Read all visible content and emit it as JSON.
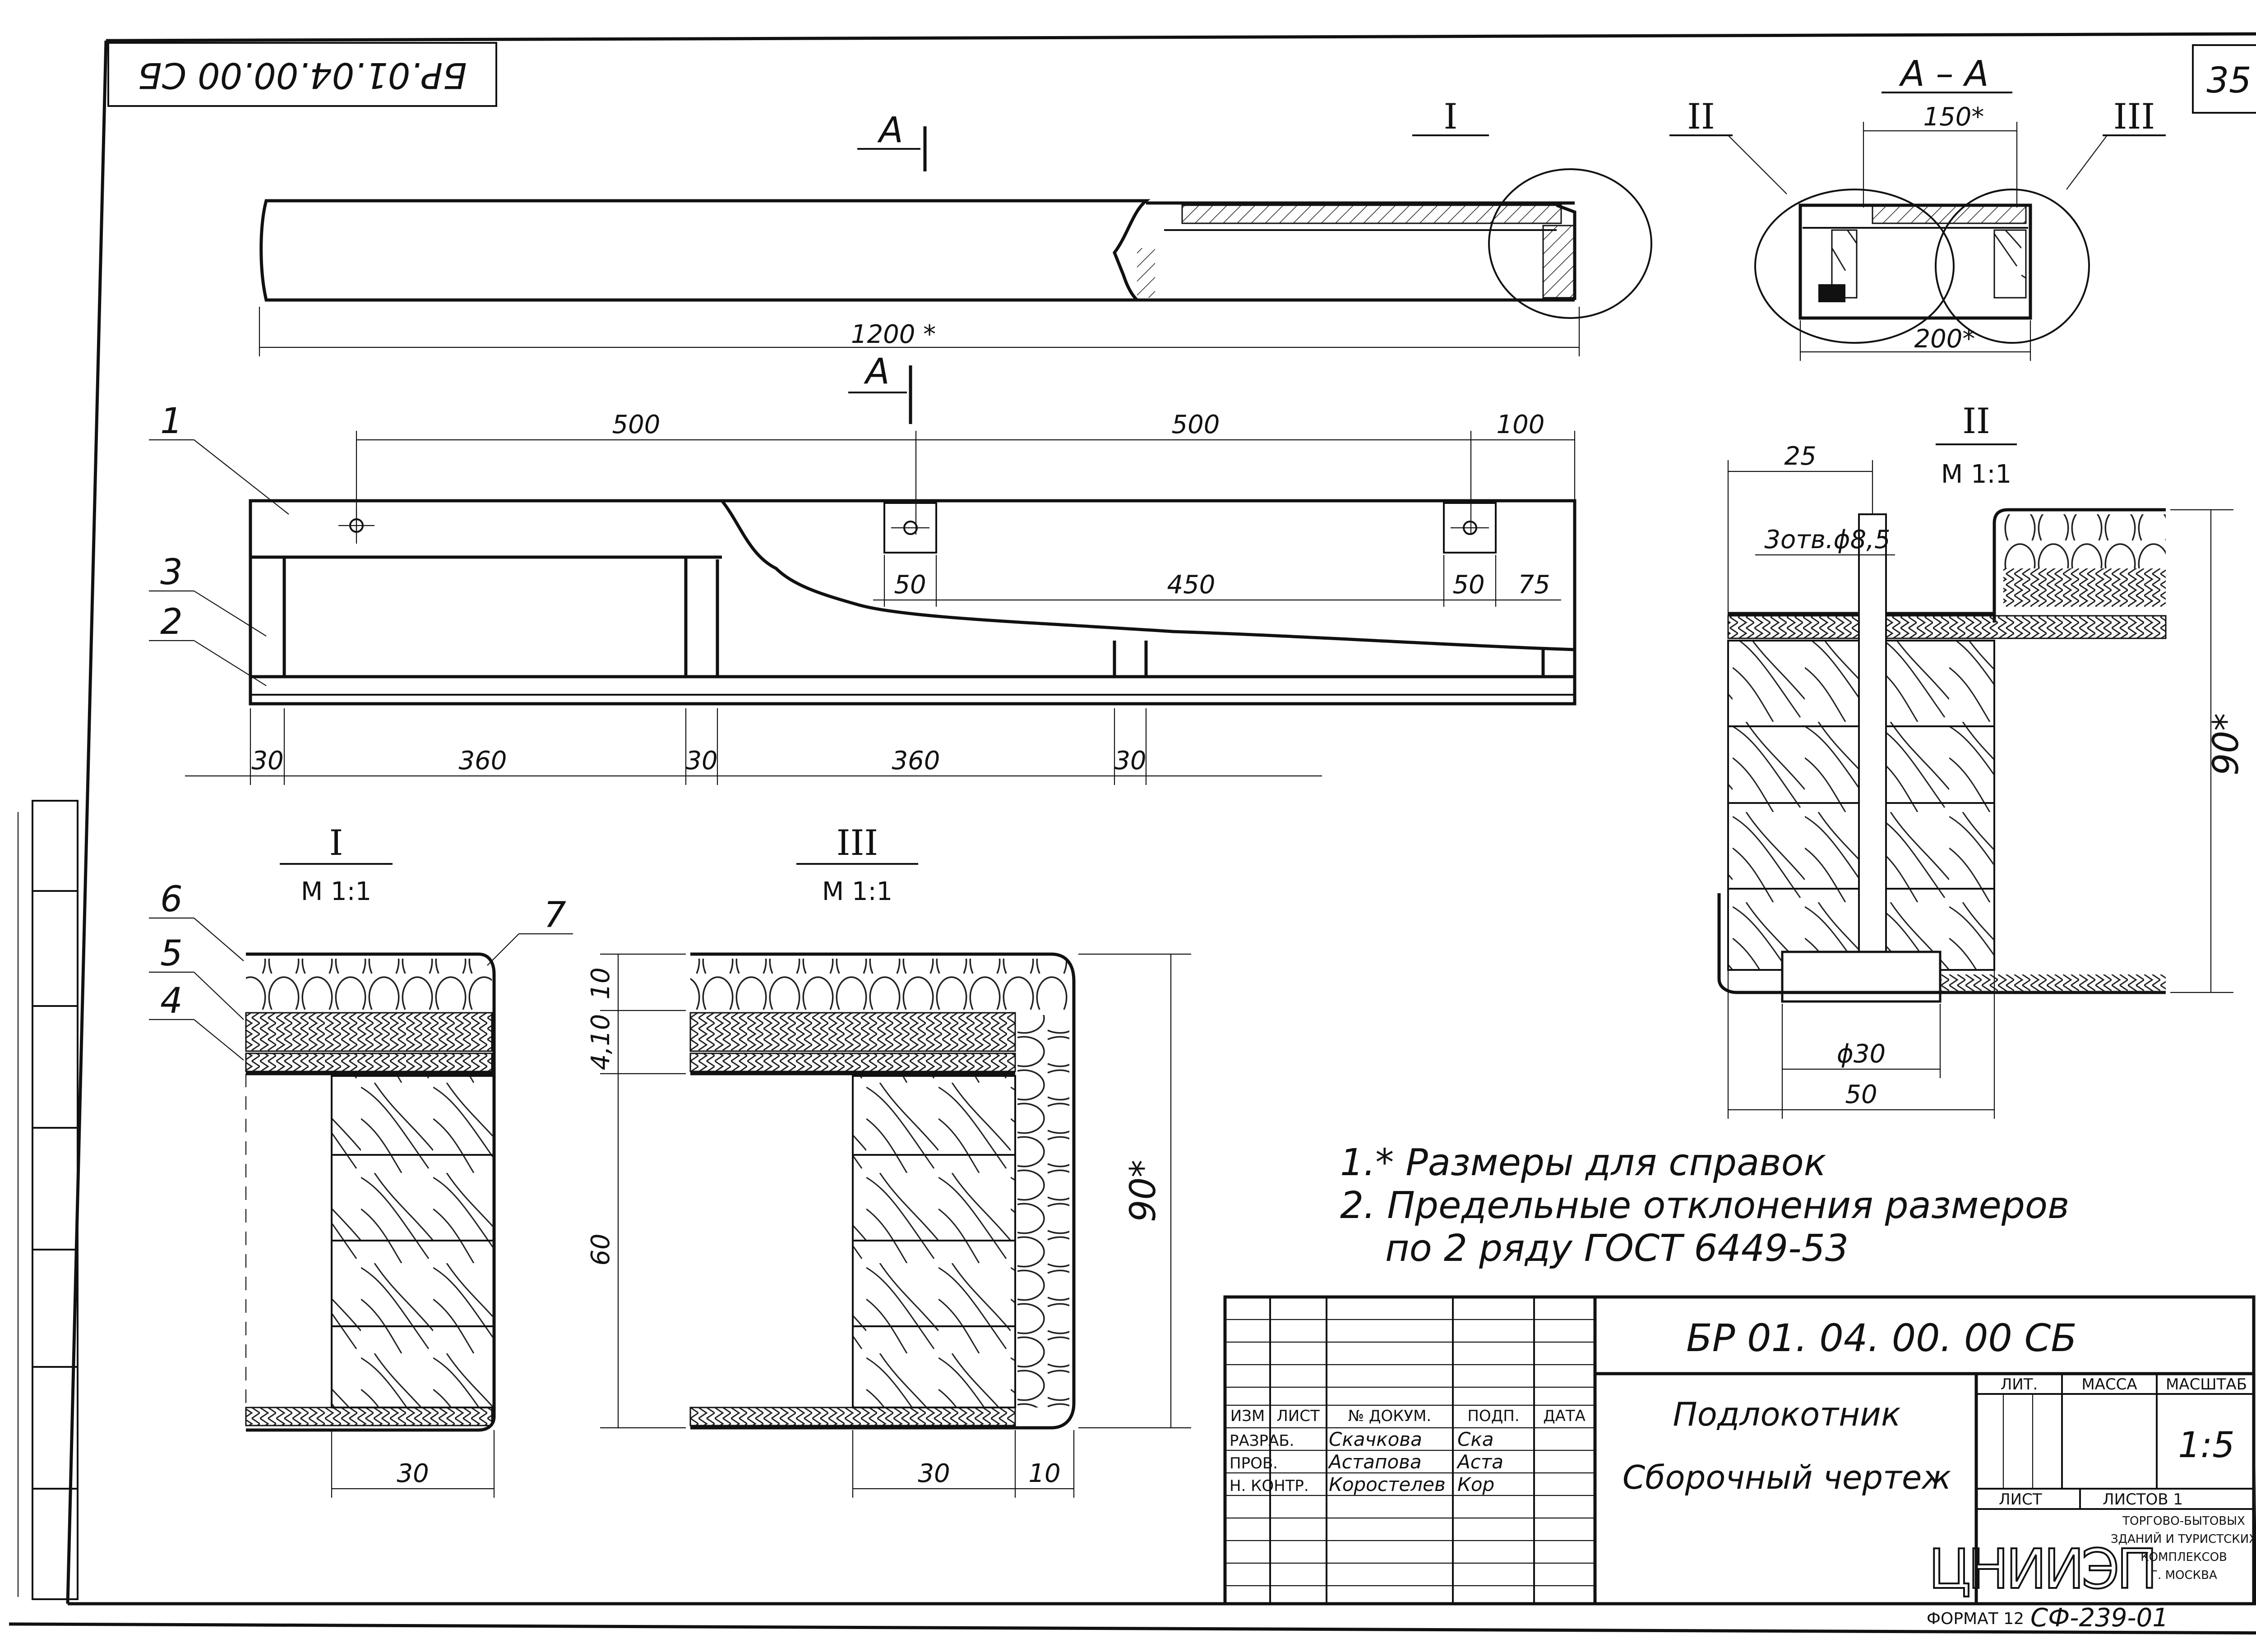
{
  "sheet_number": "35",
  "stamp_code": "БР.01.04.00.00 СБ",
  "section_label": "А",
  "section_title": "А – А",
  "detail_marks": {
    "d1": "I",
    "d2": "II",
    "d3": "III"
  },
  "scale_label": "М 1:1",
  "dimensions": {
    "overall_length": "1200 *",
    "pitch1": "500",
    "pitch2": "500",
    "end_offset": "100",
    "pad1": "50",
    "span": "450",
    "pad2": "50",
    "end2": "75",
    "leg1": "30",
    "gap1": "360",
    "leg2": "30",
    "gap2": "360",
    "leg3": "30",
    "section_width": "150*",
    "section_total": "200*",
    "d2_offset": "25",
    "holes": "3отв.ϕ8,5",
    "d2_height": "90*",
    "d2_bore": "ϕ30",
    "d2_base": "50",
    "d1_height": "90*",
    "d1_width": "30",
    "d3_top": "10",
    "d3_mid": "4,10",
    "d3_main": "60",
    "d3_width": "30",
    "d3_side": "10"
  },
  "positions": [
    "1",
    "2",
    "3",
    "4",
    "5",
    "6",
    "7"
  ],
  "notes": [
    "1.* Размеры для справок",
    "2. Предельные отклонения размеров",
    "по 2 ряду ГОСТ 6449-53"
  ],
  "title_block": {
    "designation": "БР 01. 04. 00. 00 СБ",
    "name": "Подлокотник",
    "doc_type": "Сборочный чертеж",
    "header_cols": [
      "ИЗМ",
      "ЛИСТ",
      "№ ДОКУМ.",
      "ПОДП.",
      "ДАТА"
    ],
    "rows": [
      {
        "role": "РАЗРАБ.",
        "name": "Скачкова",
        "sign": "Ска"
      },
      {
        "role": "ПРОВ.",
        "name": "Астапова",
        "sign": "Аста"
      },
      {
        "role": "Н. КОНТР.",
        "name": "Коростелев",
        "sign": "Кор"
      }
    ],
    "lit_label": "ЛИТ.",
    "mass_label": "МАССА",
    "scale_label": "МАСШТАБ",
    "scale_value": "1:5",
    "sheet_label": "ЛИСТ",
    "sheets_label": "ЛИСТОВ 1",
    "org_logo": "ЦНИИЭП",
    "org_name": [
      "ТОРГОВО-БЫТОВЫХ",
      "ЗДАНИЙ И ТУРИСТСКИХ",
      "КОМПЛЕКСОВ",
      "Г. МОСКВА"
    ],
    "format": "ФОРМАТ 12",
    "code": "СФ-239-01"
  }
}
